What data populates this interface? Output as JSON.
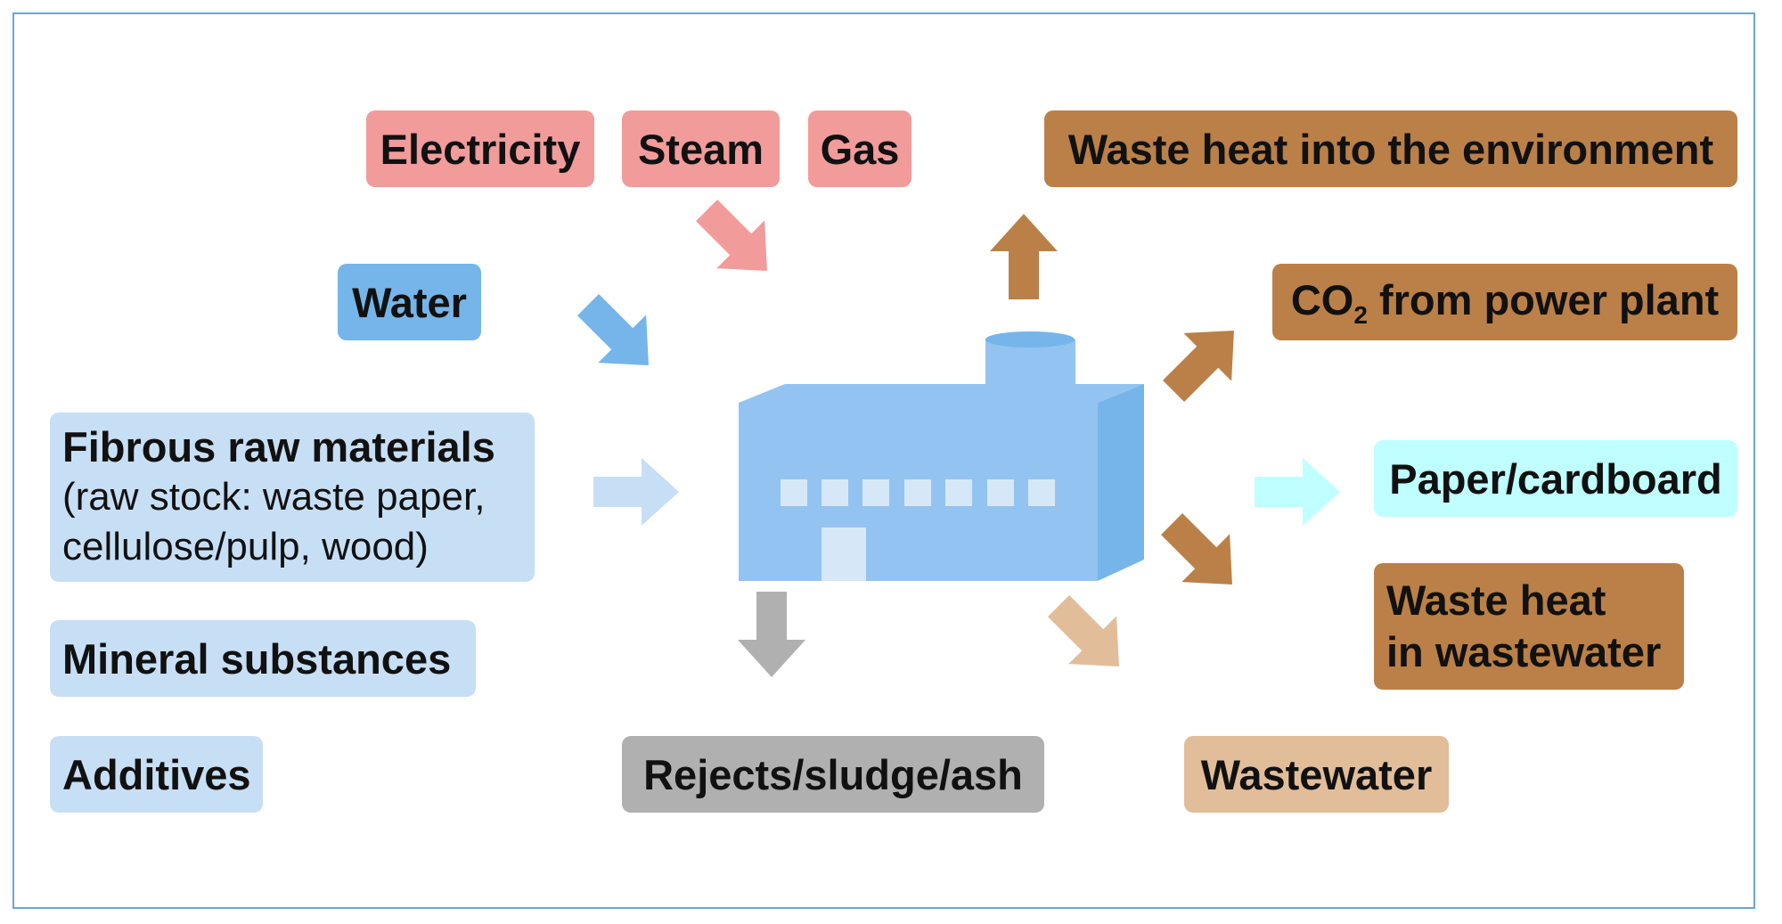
{
  "inputs": {
    "electricity": "Electricity",
    "steam": "Steam",
    "gas": "Gas",
    "water": "Water",
    "fibrous_title": "Fibrous raw materials",
    "fibrous_line1": "(raw stock: waste paper,",
    "fibrous_line2": "cellulose/pulp, wood)",
    "mineral": "Mineral substances",
    "additives": "Additives"
  },
  "outputs": {
    "waste_heat_env": "Waste heat into the environment",
    "co2_prefix": "CO",
    "co2_sub": "2",
    "co2_suffix": " from power plant",
    "paper": "Paper/cardboard",
    "waste_heat_ww_line1": "Waste heat",
    "waste_heat_ww_line2": "in wastewater",
    "wastewater": "Wastewater",
    "rejects": "Rejects/sludge/ash"
  },
  "colors": {
    "energy": "#f19b9b",
    "water": "#75b5ea",
    "raw": "#c7dff5",
    "brown": "#bb8047",
    "paper": "#bfffff",
    "wastewater": "#e2bd9a",
    "rejects": "#b0b0b0",
    "factory_front": "#93c3f0",
    "factory_side": "#76b5ea",
    "factory_window": "#d6e8f8"
  },
  "icons": {
    "factory": "factory-icon"
  }
}
